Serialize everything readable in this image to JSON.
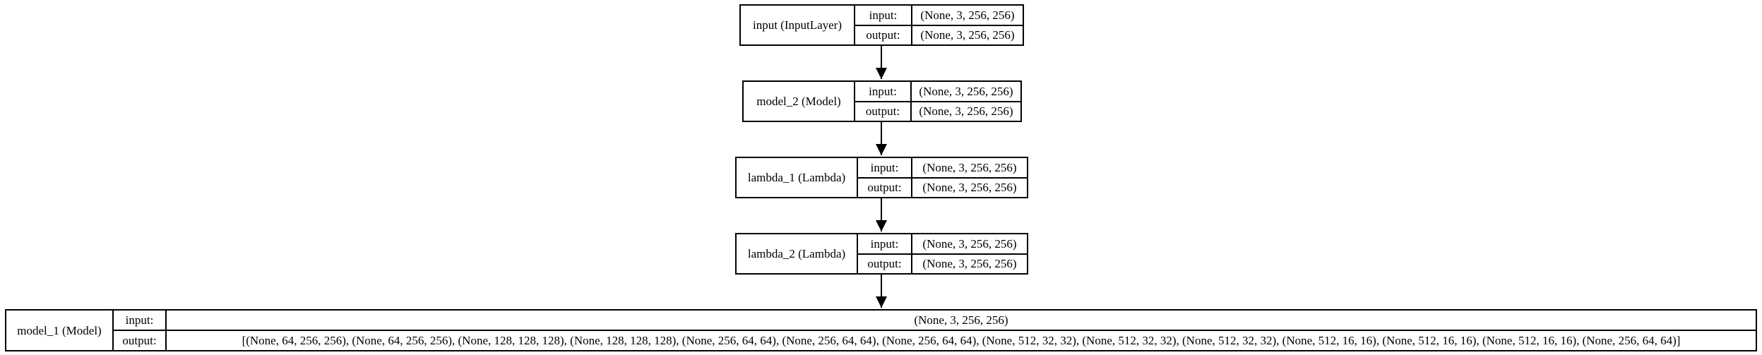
{
  "nodes": [
    {
      "id": "input",
      "name": "input (InputLayer)",
      "input_label": "input:",
      "input_value": "(None, 3, 256, 256)",
      "output_label": "output:",
      "output_value": "(None, 3, 256, 256)"
    },
    {
      "id": "model2",
      "name": "model_2 (Model)",
      "input_label": "input:",
      "input_value": "(None, 3, 256, 256)",
      "output_label": "output:",
      "output_value": "(None, 3, 256, 256)"
    },
    {
      "id": "lambda1",
      "name": "lambda_1 (Lambda)",
      "input_label": "input:",
      "input_value": "(None, 3, 256, 256)",
      "output_label": "output:",
      "output_value": "(None, 3, 256, 256)"
    },
    {
      "id": "lambda2",
      "name": "lambda_2 (Lambda)",
      "input_label": "input:",
      "input_value": "(None, 3, 256, 256)",
      "output_label": "output:",
      "output_value": "(None, 3, 256, 256)"
    },
    {
      "id": "model1",
      "name": "model_1 (Model)",
      "input_label": "input:",
      "input_value": "(None, 3, 256, 256)",
      "output_label": "output:",
      "output_value": "[(None, 64, 256, 256), (None, 64, 256, 256), (None, 128, 128, 128), (None, 128, 128, 128), (None, 256, 64, 64), (None, 256, 64, 64), (None, 256, 64, 64), (None, 512, 32, 32), (None, 512, 32, 32), (None, 512, 32, 32), (None, 512, 16, 16), (None, 512, 16, 16), (None, 512, 16, 16), (None, 256, 64, 64)]"
    }
  ],
  "edges": [
    {
      "from": "input",
      "to": "model2"
    },
    {
      "from": "model2",
      "to": "lambda1"
    },
    {
      "from": "lambda1",
      "to": "lambda2"
    },
    {
      "from": "lambda2",
      "to": "model1"
    }
  ]
}
